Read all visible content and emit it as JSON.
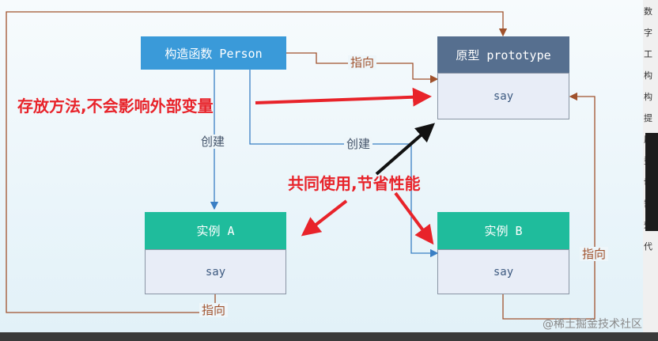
{
  "constructor": {
    "label": "构造函数 Person",
    "color": "#3a9ad9"
  },
  "prototype": {
    "label": "原型 prototype",
    "method": "say",
    "header_color": "#566f8f"
  },
  "instance_a": {
    "label": "实例 A",
    "method": "say",
    "header_color": "#1fbc9c"
  },
  "instance_b": {
    "label": "实例 B",
    "method": "say",
    "header_color": "#1fbc9c"
  },
  "edge_labels": {
    "points_to": "指向",
    "create": "创建"
  },
  "annotations": {
    "store_methods": "存放方法,不会影响外部变量",
    "shared_use": "共同使用,节省性能"
  },
  "colors": {
    "pointer": "#a0522d",
    "create": "#3a7fc4",
    "annotation": "#e8232a"
  },
  "watermark": "@稀土掘金技术社区",
  "side_text": [
    "数",
    "字",
    "工",
    "构",
    "构",
    "提",
    "原",
    "型",
    "切",
    "需",
    "效",
    "代"
  ]
}
